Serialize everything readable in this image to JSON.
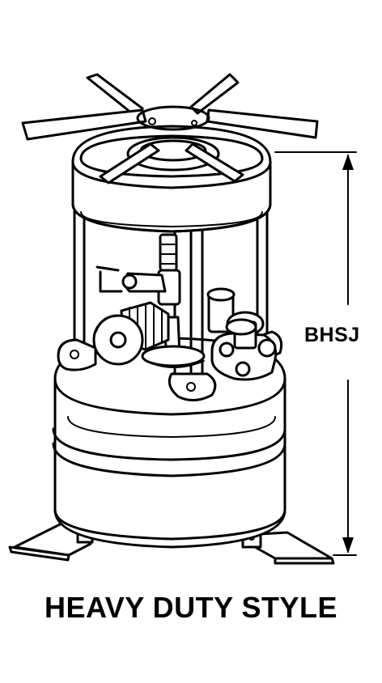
{
  "dimension": {
    "label": "BHSJ"
  },
  "caption": {
    "text": "HEAVY DUTY STYLE"
  },
  "figure": {
    "subject": "stove-illustration",
    "line_color": "#000000",
    "background": "#ffffff"
  }
}
